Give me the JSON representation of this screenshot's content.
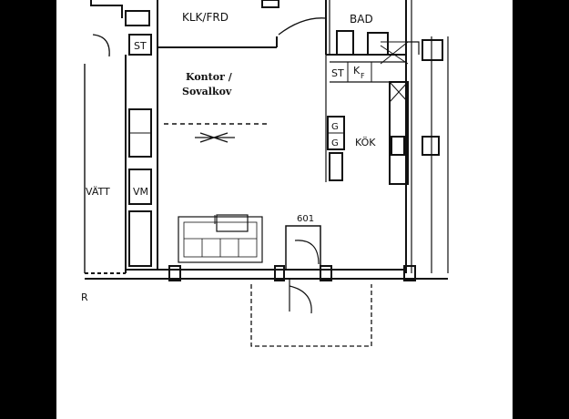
{
  "rooms": {
    "klk_frd": "KLK/FRD",
    "bad": "BAD",
    "kontor": "Kontor /",
    "sovalkov": "Sovalkov",
    "kok": "KÖK",
    "vatt": "VÄTT",
    "vm": "VM"
  },
  "fixtures": {
    "st_hall": "ST",
    "st_bad": "ST",
    "kf": "K",
    "kf_sub": "F",
    "g1": "G",
    "g2": "G"
  },
  "door_number": "601",
  "edge_letter": "R"
}
